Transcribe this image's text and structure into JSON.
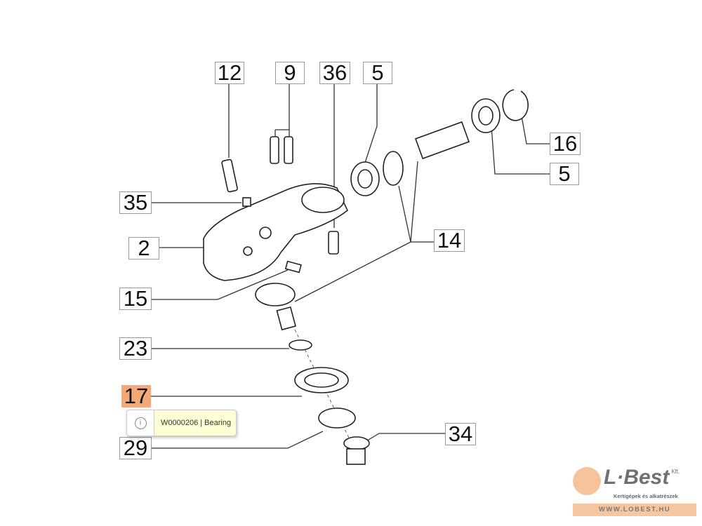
{
  "callouts": [
    {
      "id": "12",
      "label": "12"
    },
    {
      "id": "9",
      "label": "9"
    },
    {
      "id": "36",
      "label": "36"
    },
    {
      "id": "5a",
      "label": "5"
    },
    {
      "id": "16",
      "label": "16"
    },
    {
      "id": "5b",
      "label": "5"
    },
    {
      "id": "35",
      "label": "35"
    },
    {
      "id": "2",
      "label": "2"
    },
    {
      "id": "14",
      "label": "14"
    },
    {
      "id": "15",
      "label": "15"
    },
    {
      "id": "23",
      "label": "23"
    },
    {
      "id": "17",
      "label": "17"
    },
    {
      "id": "29",
      "label": "29"
    },
    {
      "id": "34",
      "label": "34"
    }
  ],
  "highlighted": "17",
  "highlight_color": "#f4a777",
  "tooltip": {
    "icon": "info-icon",
    "text": "W0000206 | Bearing"
  },
  "logo": {
    "brand": "L·Best",
    "suffix": "Kft.",
    "tagline": "Kertigépek és alkatrészek",
    "url": "WWW.LOBEST.HU"
  }
}
